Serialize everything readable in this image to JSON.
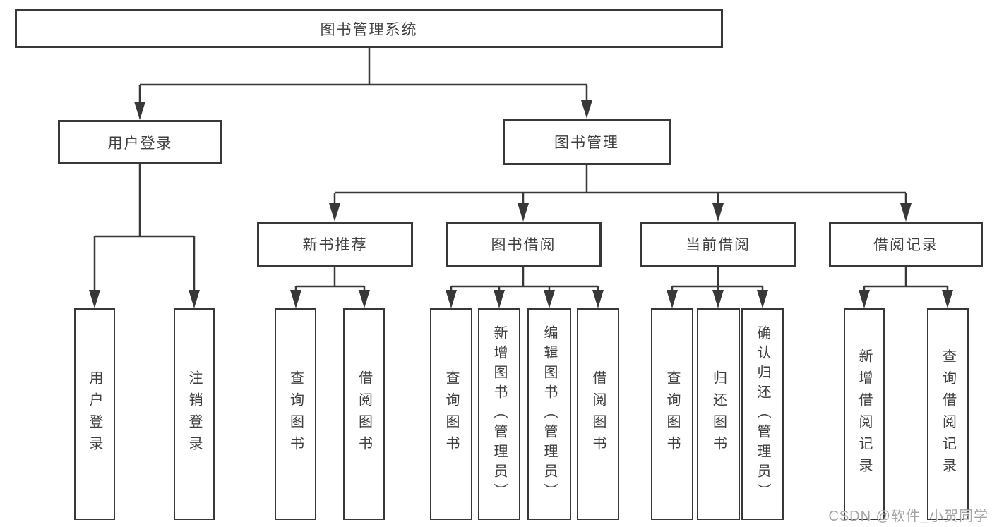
{
  "diagram_title": "图书管理系统",
  "tree": {
    "label": "图书管理系统",
    "children": [
      {
        "label": "用户登录",
        "children": [
          {
            "label": "用户登录"
          },
          {
            "label": "注销登录"
          }
        ]
      },
      {
        "label": "图书管理",
        "children": [
          {
            "label": "新书推荐",
            "children": [
              {
                "label": "查询图书"
              },
              {
                "label": "借阅图书"
              }
            ]
          },
          {
            "label": "图书借阅",
            "children": [
              {
                "label": "查询图书"
              },
              {
                "label": "新增图书（管理员）"
              },
              {
                "label": "编辑图书（管理员）"
              },
              {
                "label": "借阅图书"
              }
            ]
          },
          {
            "label": "当前借阅",
            "children": [
              {
                "label": "查询图书"
              },
              {
                "label": "归还图书"
              },
              {
                "label": "确认归还（管理员）"
              }
            ]
          },
          {
            "label": "借阅记录",
            "children": [
              {
                "label": "新增借阅记录"
              },
              {
                "label": "查询借阅记录"
              }
            ]
          }
        ]
      }
    ]
  },
  "colors": {
    "line": "#383838",
    "text": "#3f3f3f",
    "watermark": "#949494",
    "background": "#ffffff"
  },
  "watermark": "CSDN @软件_小贺同学"
}
